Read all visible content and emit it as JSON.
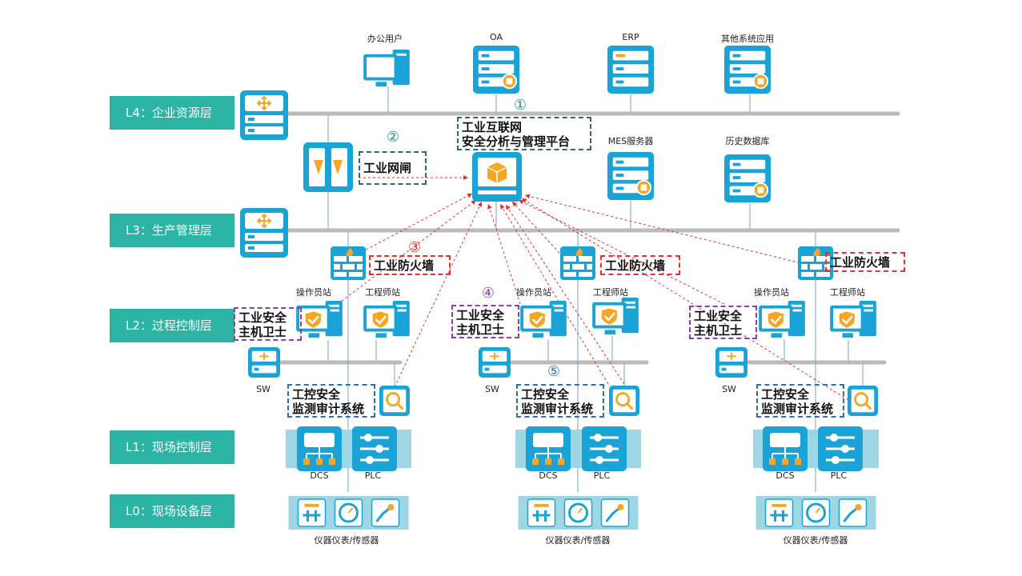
{
  "layers": [
    {
      "id": "l4",
      "label": "L4：企业资源层"
    },
    {
      "id": "l3",
      "label": "L3：生产管理层"
    },
    {
      "id": "l2",
      "label": "L2：过程控制层"
    },
    {
      "id": "l1",
      "label": "L1：现场控制层"
    },
    {
      "id": "l0",
      "label": "L0：现场设备层"
    }
  ],
  "top": {
    "office_users": "办公用户",
    "oa": "OA",
    "erp": "ERP",
    "other_apps": "其他系统应用",
    "mes": "MES服务器",
    "history_db": "历史数据库"
  },
  "callouts": {
    "platform": {
      "num": "①",
      "line1": "工业互联网",
      "line2": "安全分析与管理平台"
    },
    "gatekeeper": {
      "num": "②",
      "text": "工业网闸"
    },
    "firewall": {
      "num": "③",
      "text": "工业防火墙"
    },
    "host_guard": {
      "num": "④",
      "line1": "工业安全",
      "line2": "主机卫士"
    },
    "audit": {
      "num": "⑤",
      "line1": "工控安全",
      "line2": "监测审计系统"
    }
  },
  "zone_labels": {
    "operator": "操作员站",
    "engineer": "工程师站",
    "sw": "SW",
    "dcs": "DCS",
    "plc": "PLC",
    "instruments": "仪器仪表/传感器"
  },
  "colors": {
    "layer_tab": "#2bb3a3",
    "device": "#1aa3d6",
    "orange": "#f5a623",
    "bus": "#bbbbbb"
  }
}
